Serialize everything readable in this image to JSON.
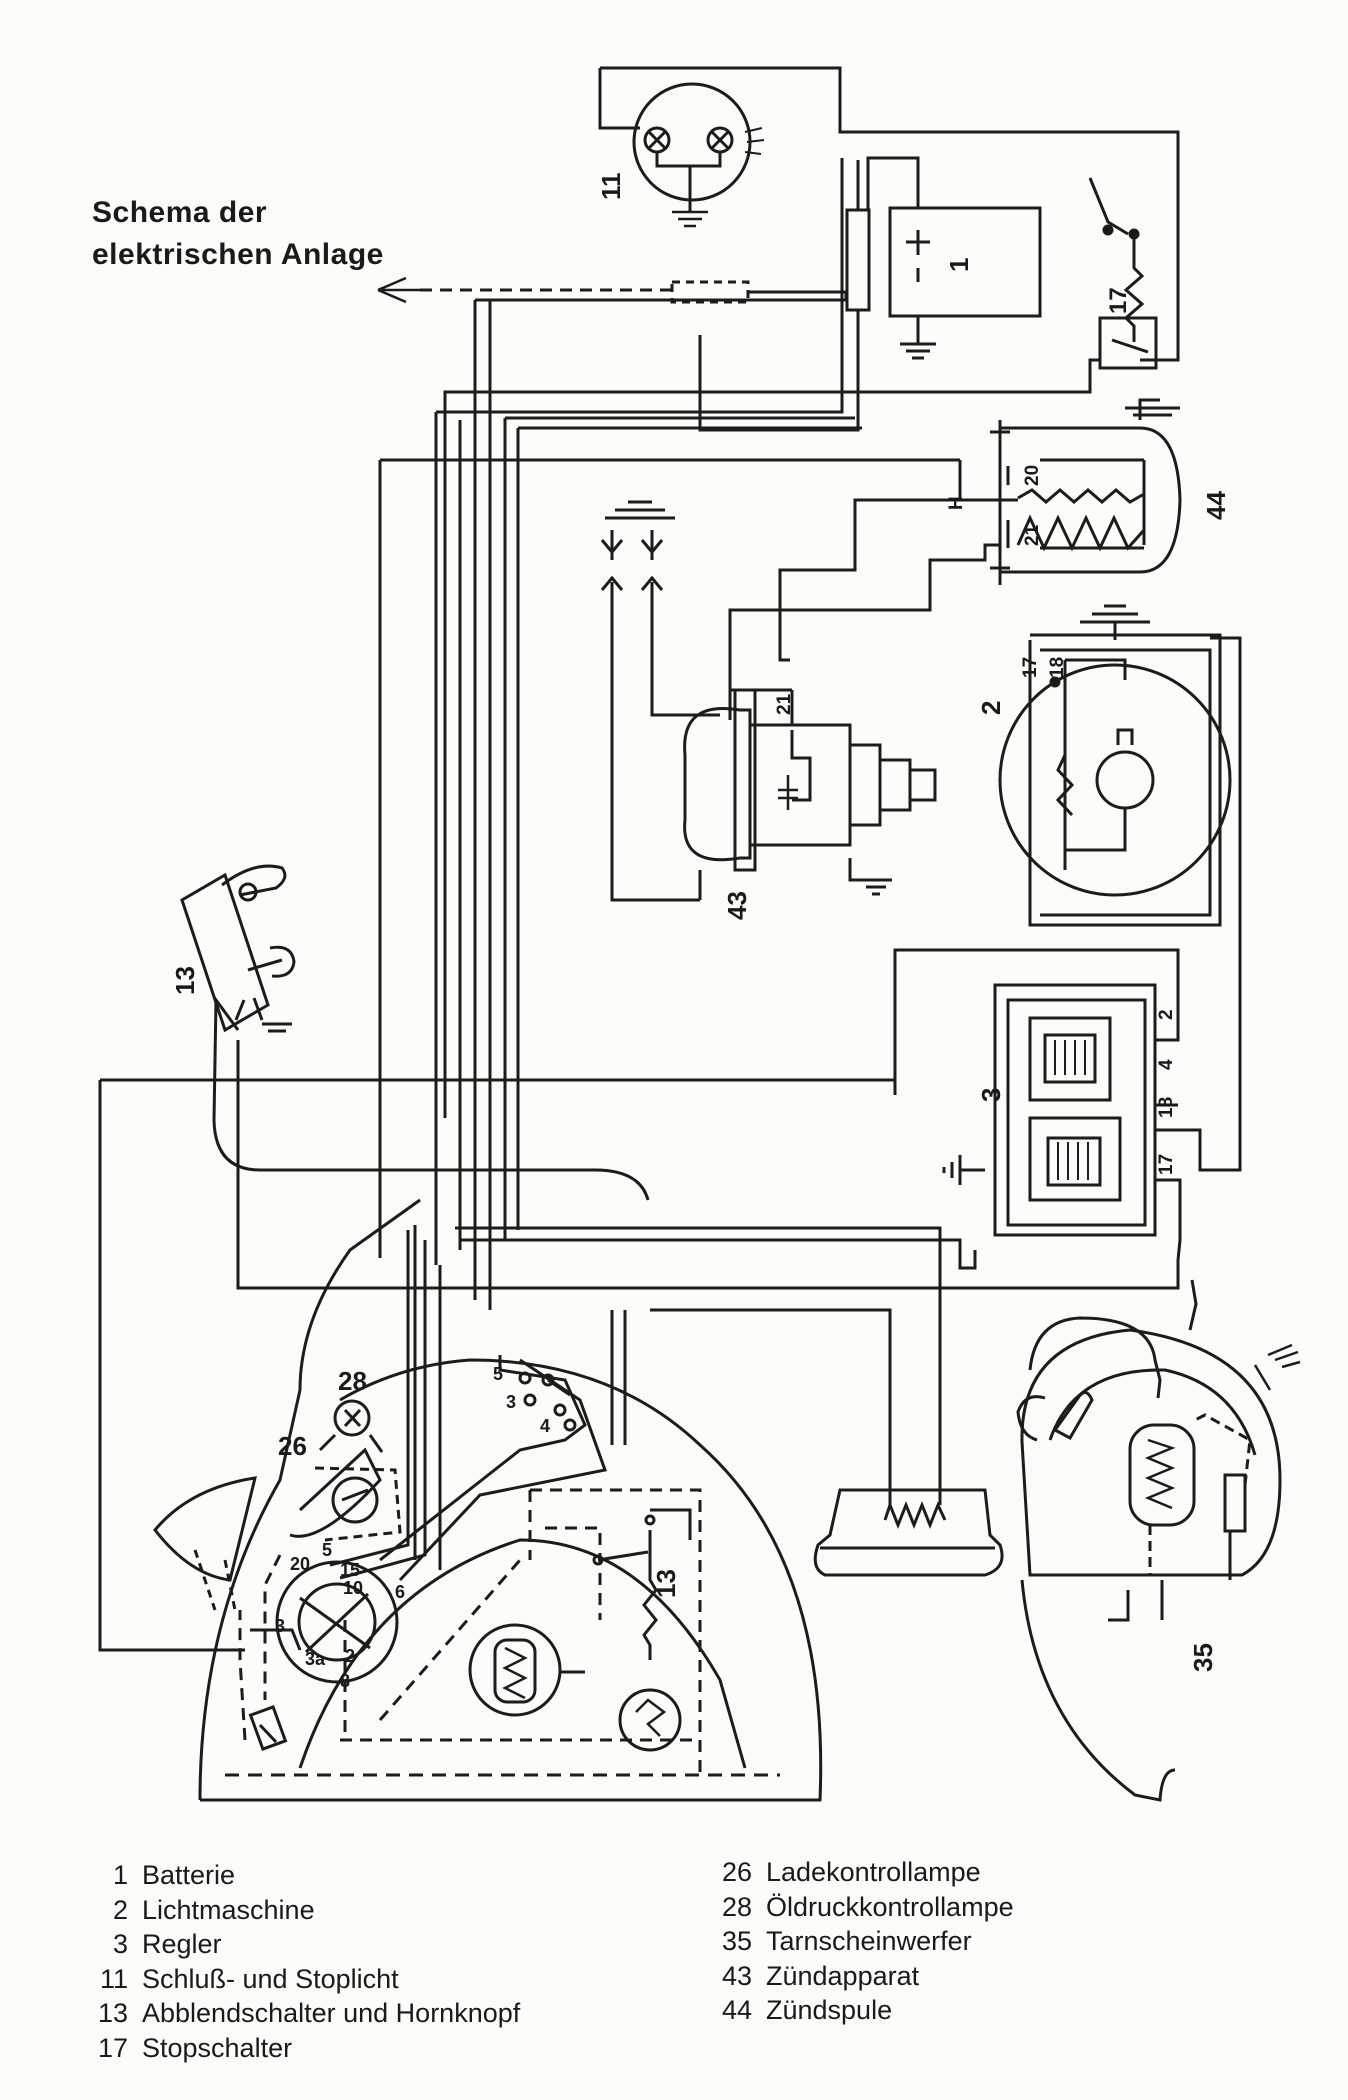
{
  "title_line1": "Schema der",
  "title_line2": "elektrischen Anlage",
  "component_numbers": {
    "n1": "1",
    "n2": "2",
    "n3": "3",
    "n11": "11",
    "n13a": "13",
    "n13b": "13",
    "n17": "17",
    "n26": "26",
    "n28": "28",
    "n35": "35",
    "n43": "43",
    "n44": "44"
  },
  "terminal_labels": {
    "c44_20": "20",
    "c44_21": "21",
    "c44_H": "H",
    "c43_21": "21",
    "c2_17": "17",
    "c2_18": "18",
    "c3_2": "2",
    "c3_4": "4",
    "c3_18": "18",
    "c3_17": "17",
    "sw_5": "5",
    "sw_3": "3",
    "sw_4": "4",
    "lk_20": "20",
    "lk_5": "5",
    "lk_15": "15",
    "lk_10": "10",
    "lk_6": "6",
    "lk_3": "3",
    "lk_3a": "3a",
    "lk_8": "8",
    "lk_2": "2"
  },
  "legend": {
    "left": [
      {
        "num": "1",
        "label": "Batterie"
      },
      {
        "num": "2",
        "label": "Lichtmaschine"
      },
      {
        "num": "3",
        "label": "Regler"
      },
      {
        "num": "11",
        "label": "Schluß- und Stoplicht"
      },
      {
        "num": "13",
        "label": "Abblendschalter und Hornknopf"
      },
      {
        "num": "17",
        "label": "Stopschalter"
      }
    ],
    "right": [
      {
        "num": "26",
        "label": "Ladekontrollampe"
      },
      {
        "num": "28",
        "label": "Öldruckkontrollampe"
      },
      {
        "num": "35",
        "label": "Tarnscheinwerfer"
      },
      {
        "num": "43",
        "label": "Zündapparat"
      },
      {
        "num": "44",
        "label": "Zündspule"
      }
    ]
  }
}
